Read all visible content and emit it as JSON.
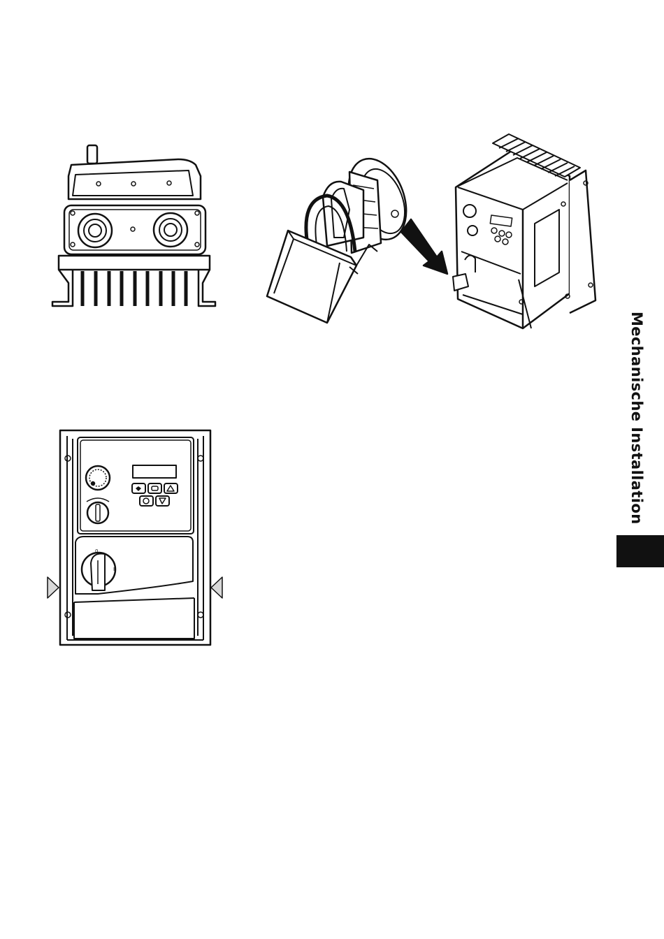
{
  "sidebar": {
    "section_title": "Mechanische Installation"
  },
  "colors": {
    "line": "#111111",
    "marker_fill": "#d9d9d9",
    "tab": "#111111"
  },
  "figures": {
    "front_panel": {
      "switch_marks": [
        "0",
        "I"
      ]
    }
  }
}
